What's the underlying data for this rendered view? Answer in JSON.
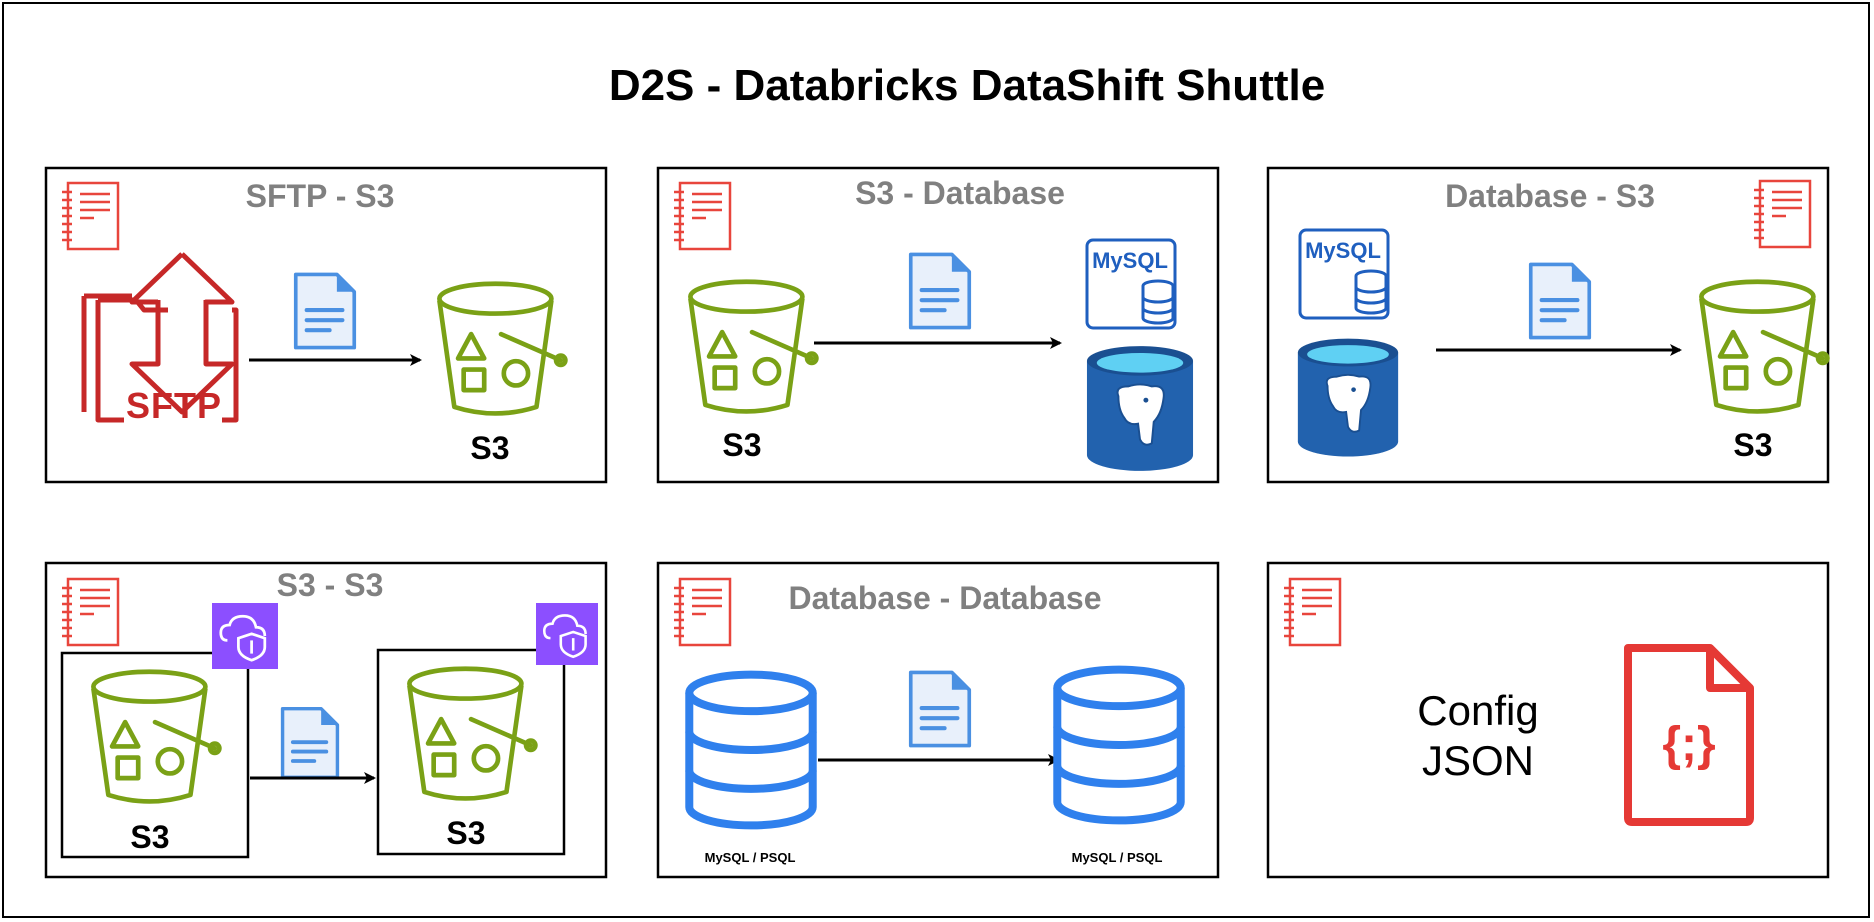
{
  "title": "D2S - Databricks DataShift Shuttle",
  "panels": {
    "sftp_s3": {
      "title": "SFTP - S3",
      "sftp_label": "SFTP",
      "target_label": "S3"
    },
    "s3_database": {
      "title": "S3 - Database",
      "source_label": "S3",
      "mysql_label": "MySQL"
    },
    "database_s3": {
      "title": "Database - S3",
      "mysql_label": "MySQL",
      "target_label": "S3"
    },
    "s3_s3": {
      "title": "S3 - S3",
      "source_label": "S3",
      "target_label": "S3"
    },
    "database_database": {
      "title": "Database - Database",
      "source_label": "MySQL / PSQL",
      "target_label": "MySQL / PSQL"
    },
    "config": {
      "line1": "Config",
      "line2": "JSON",
      "glyph": "{;}"
    }
  },
  "icons": [
    "notebook-icon",
    "sftp-icon",
    "s3-bucket-icon",
    "file-icon",
    "mysql-icon",
    "postgresql-icon",
    "database-icon",
    "cloud-shield-icon",
    "json-file-icon"
  ],
  "colors": {
    "title_text": "#000000",
    "panel_title": "#808080",
    "notebook_red": "#e8453c",
    "sftp_red": "#c62828",
    "bucket_green": "#7aa116",
    "file_blue": "#4a90e2",
    "mysql_blue": "#1f5fbf",
    "postgres_blue": "#2262ae",
    "db_blue": "#2f80ed",
    "shield_purple": "#8c4fff",
    "json_red": "#e53935"
  }
}
